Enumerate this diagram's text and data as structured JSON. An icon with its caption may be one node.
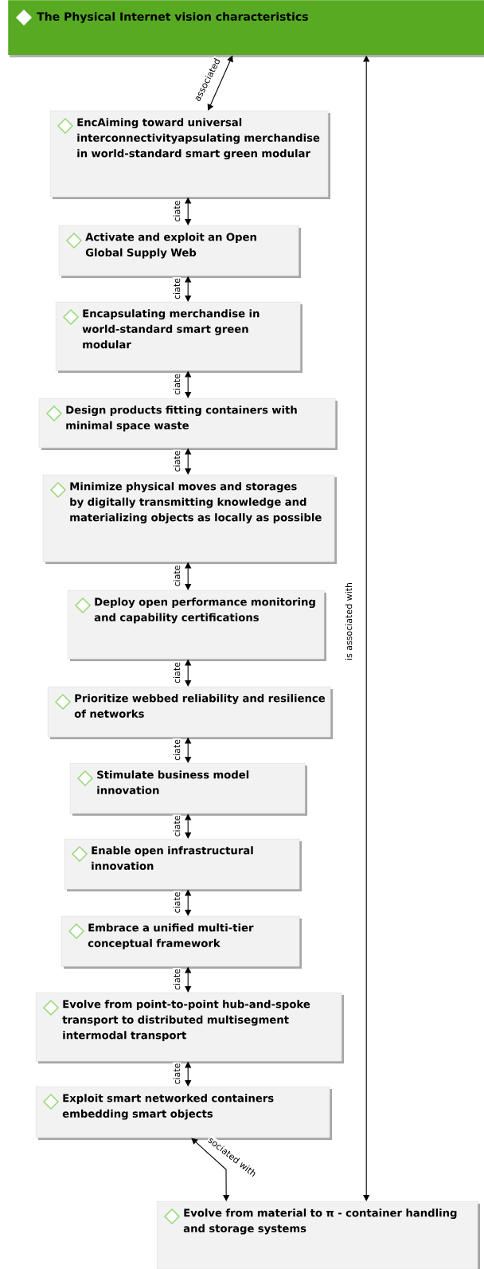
{
  "diagram": {
    "nodes": [
      {
        "text": [
          "The Physical Internet vision characteristics"
        ]
      },
      {
        "text": [
          "EncAiming toward universal interconnectivityapsulating merchandise in world-standard smart green modular"
        ]
      },
      {
        "text": [
          "Activate and exploit an Open Global Supply Web"
        ]
      },
      {
        "text": [
          "Encapsulating merchandise in world-standard smart green modular"
        ]
      },
      {
        "text": [
          "Design products fitting containers with minimal space waste"
        ]
      },
      {
        "text": [
          "Minimize physical moves and storages by digitally transmitting knowledge and materializing objects as locally as possible"
        ]
      },
      {
        "text": [
          "Deploy open performance monitoring and capability certifications"
        ]
      },
      {
        "text": [
          "Prioritize webbed reliability and resilience of networks"
        ]
      },
      {
        "text": [
          "Stimulate business model innovation"
        ]
      },
      {
        "text": [
          "Enable open infrastructural innovation"
        ]
      },
      {
        "text": [
          "Embrace a unified multi-tier conceptual framework"
        ]
      },
      {
        "text": [
          "Evolve from point-to-point hub-and-spoke transport to distributed multisegment intermodal transport"
        ]
      },
      {
        "text": [
          "Exploit smart networked containers embedding smart objects"
        ]
      },
      {
        "text": [
          "Evolve from material to π - container handling and storage systems"
        ]
      }
    ],
    "edges": [
      {
        "from": 1,
        "to": 0,
        "arrow": "both",
        "label": "associated"
      },
      {
        "from": 1,
        "to": 2,
        "arrow": "both",
        "label": "ciate"
      },
      {
        "from": 2,
        "to": 3,
        "arrow": "both",
        "label": "ciate"
      },
      {
        "from": 3,
        "to": 4,
        "arrow": "both",
        "label": "ciate"
      },
      {
        "from": 4,
        "to": 5,
        "arrow": "both",
        "label": "ciate"
      },
      {
        "from": 5,
        "to": 6,
        "arrow": "both",
        "label": "ciate"
      },
      {
        "from": 6,
        "to": 7,
        "arrow": "both",
        "label": "ciate"
      },
      {
        "from": 7,
        "to": 8,
        "arrow": "both",
        "label": "ciate"
      },
      {
        "from": 8,
        "to": 9,
        "arrow": "both",
        "label": "ciate"
      },
      {
        "from": 9,
        "to": 10,
        "arrow": "both",
        "label": "ciate"
      },
      {
        "from": 10,
        "to": 11,
        "arrow": "both",
        "label": "ciate"
      },
      {
        "from": 11,
        "to": 12,
        "arrow": "both",
        "label": "ciate"
      },
      {
        "from": 12,
        "to": 13,
        "arrow": "both",
        "label": "sociated with"
      },
      {
        "from": 0,
        "to": 13,
        "arrow": "both",
        "label": "is associated with"
      }
    ]
  }
}
